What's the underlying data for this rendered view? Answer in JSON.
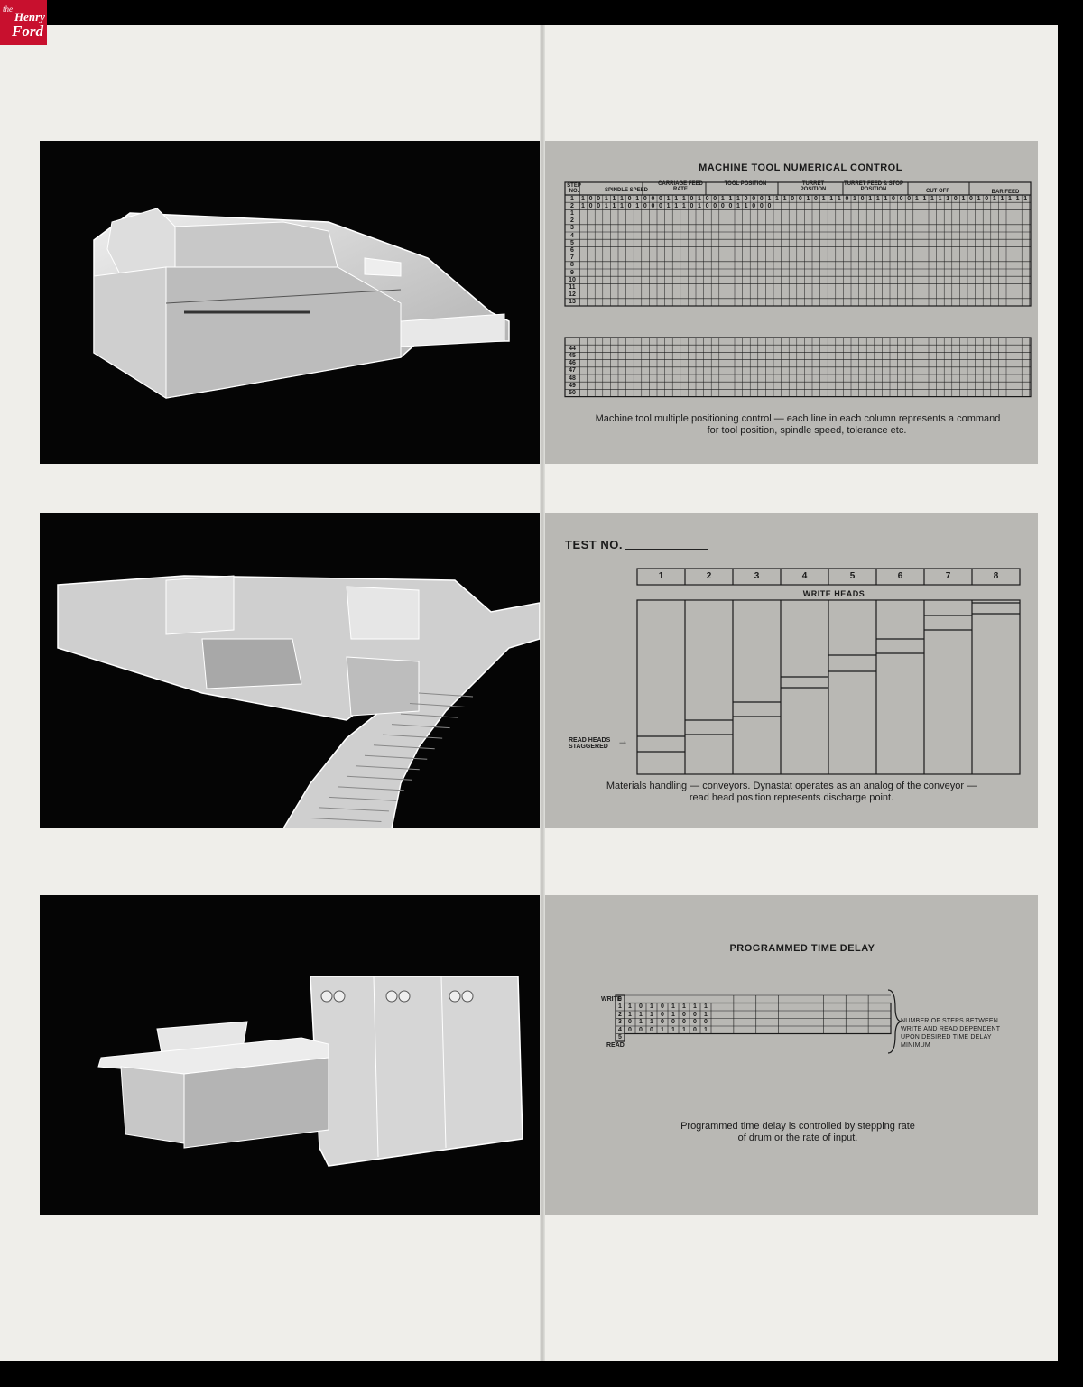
{
  "logo": {
    "the": "the",
    "henry": "Henry",
    "ford": "Ford"
  },
  "section1": {
    "title": "MACHINE TOOL NUMERICAL CONTROL",
    "col_headers": [
      "STEP NO.",
      "SPINDLE SPEED",
      "CARRIAGE FEED RATE",
      "TOOL POSITION",
      "TURRET POSITION",
      "TURRET FEED & STOP POSITION",
      "CUT OFF",
      "BAR FEED"
    ],
    "row1_bits": "1001110100011101001110001110010111010111000111110101011111",
    "row2_bits": "1001110100011101000011000",
    "steps_top": [
      "1",
      "2",
      "3",
      "4",
      "5",
      "6",
      "7",
      "8",
      "9",
      "10",
      "11",
      "12",
      "13"
    ],
    "steps_bottom": [
      "44",
      "45",
      "46",
      "47",
      "48",
      "49",
      "50"
    ],
    "caption_line1": "Machine tool multiple positioning control — each line in each column represents a command",
    "caption_line2": "for tool position, spindle speed, tolerance etc."
  },
  "section2": {
    "test_label": "TEST NO.",
    "heads": [
      "1",
      "2",
      "3",
      "4",
      "5",
      "6",
      "7",
      "8"
    ],
    "write_heads_label": "WRITE HEADS",
    "read_heads_label_1": "READ HEADS",
    "read_heads_label_2": "STAGGERED",
    "arrow": "→",
    "caption_line1": "Materials handling — conveyors. Dynastat operates as an analog of the conveyor —",
    "caption_line2": "read head position represents discharge point."
  },
  "section3": {
    "title": "PROGRAMMED TIME DELAY",
    "write_label": "WRITE",
    "read_label": "READ",
    "rows": [
      "0",
      "1",
      "2",
      "3",
      "4",
      "5"
    ],
    "bits": [
      [
        "1",
        "0",
        "1",
        "0",
        "1",
        "1",
        "1",
        "1"
      ],
      [
        "1",
        "1",
        "1",
        "0",
        "1",
        "0",
        "0",
        "1"
      ],
      [
        "0",
        "1",
        "1",
        "0",
        "0",
        "0",
        "0",
        "0"
      ],
      [
        "0",
        "0",
        "0",
        "1",
        "1",
        "1",
        "0",
        "1"
      ]
    ],
    "note_lines": [
      "NUMBER OF STEPS BETWEEN",
      "WRITE AND READ DEPENDENT",
      "UPON DESIRED TIME DELAY",
      "MINIMUM"
    ],
    "caption_line1": "Programmed time delay is controlled by stepping rate",
    "caption_line2": "of drum or the rate of input."
  },
  "colors": {
    "panel_grey": "#b9b8b4",
    "panel_black": "#050505",
    "paper": "#efeeea",
    "logo_red": "#c8102e"
  }
}
